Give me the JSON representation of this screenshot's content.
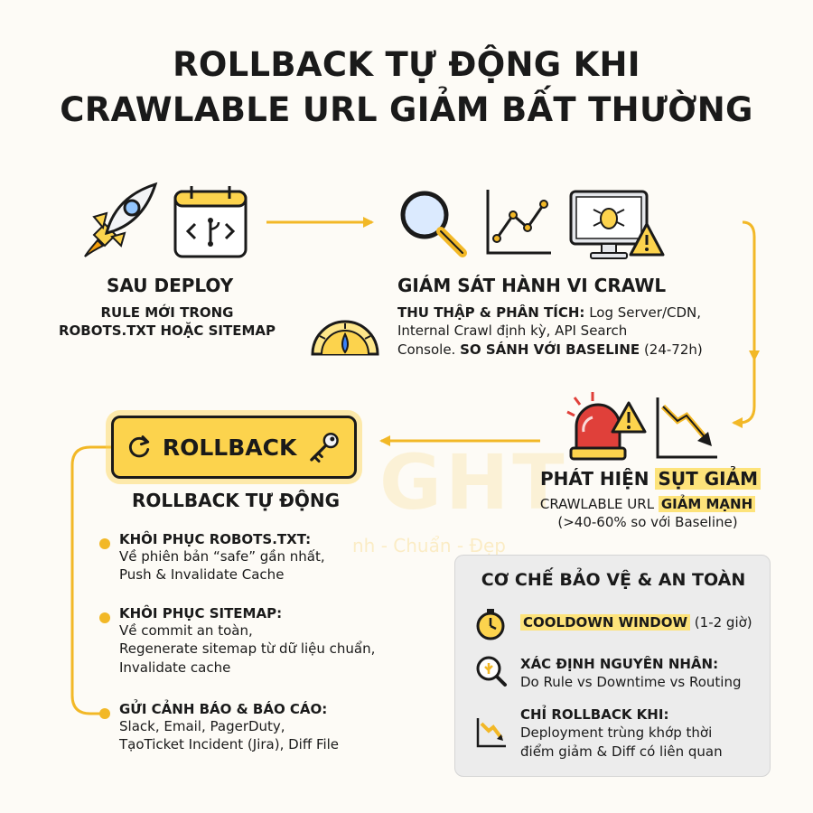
{
  "title": {
    "line1": "ROLLBACK TỰ ĐỘNG KHI",
    "line2": "CRAWLABLE URL GIẢM BẤT THƯỜNG"
  },
  "deploy": {
    "heading": "SAU DEPLOY",
    "sub_line1": "RULE MỚI TRONG",
    "sub_line2": "ROBOTS.TXT HOẶC SITEMAP"
  },
  "monitor": {
    "heading": "GIÁM SÁT HÀNH VI CRAWL",
    "line1_bold": "THU THẬP & PHÂN TÍCH:",
    "line1_rest": " Log Server/CDN,",
    "line2": "Internal Crawl định kỳ, API Search",
    "line3_pre": "Console. ",
    "line3_bold": "SO SÁNH VỚI BASELINE",
    "line3_rest": " (24-72h)"
  },
  "detect": {
    "heading_pre": "PHÁT HIỆN ",
    "heading_hl": "SỤT GIẢM",
    "line1_pre": "CRAWLABLE URL ",
    "line1_hl": "GIẢM MẠNH",
    "line2": "(>40-60% so với Baseline)"
  },
  "rollback": {
    "button_label": "ROLLBACK",
    "heading": "ROLLBACK TỰ ĐỘNG",
    "items": [
      {
        "title": "KHÔI PHỤC ROBOTS.TXT:",
        "lines": [
          "Về phiên bản “safe” gần nhất,",
          "Push & Invalidate Cache"
        ]
      },
      {
        "title": "KHÔI PHỤC SITEMAP:",
        "lines": [
          "Về commit an toàn,",
          "Regenerate sitemap từ dữ liệu chuẩn,",
          "Invalidate cache"
        ]
      },
      {
        "title": "GỬI CẢNH BÁO & BÁO CÁO:",
        "lines": [
          "Slack, Email, PagerDuty,",
          "TạoTicket Incident (Jira), Diff File"
        ]
      }
    ]
  },
  "safety": {
    "title": "CƠ CHẾ BẢO VỆ & AN TOÀN",
    "cooldown_hl": "COOLDOWN WINDOW",
    "cooldown_rest": " (1-2 giờ)",
    "cause_title": "XÁC ĐỊNH NGUYÊN NHÂN:",
    "cause_line": "Do Rule vs Downtime vs Routing",
    "only_title": "CHỈ ROLLBACK KHI:",
    "only_line1": "Deployment trùng khớp thời",
    "only_line2": "điểm giảm & Diff có liên quan"
  },
  "watermark": {
    "brand": "GHT",
    "slogan": "nh - Chuẩn - Đẹp"
  },
  "colors": {
    "accent": "#f2b827",
    "highlight": "#fde37a",
    "alert_red": "#e0403a",
    "stroke": "#1a1a1a"
  }
}
